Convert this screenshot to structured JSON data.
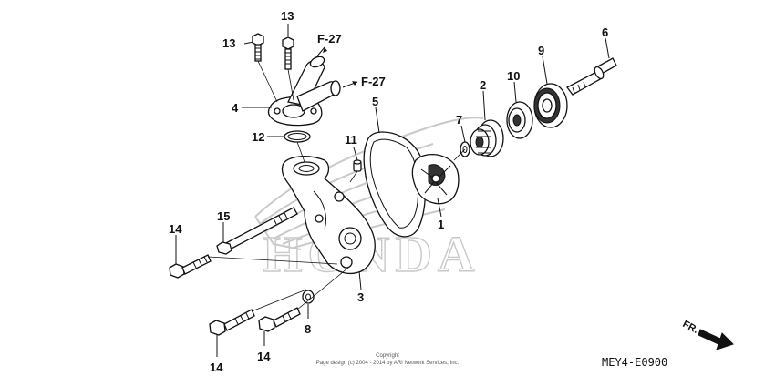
{
  "watermark": {
    "text": "HONDA"
  },
  "callouts": {
    "c13a": "13",
    "c13b": "13",
    "c4": "4",
    "c12": "12",
    "c11": "11",
    "c5": "5",
    "c7": "7",
    "c2": "2",
    "c10": "10",
    "c9": "9",
    "c6": "6",
    "c1": "1",
    "c14a": "14",
    "c15": "15",
    "c3": "3",
    "c8": "8",
    "c14b": "14",
    "c14c": "14"
  },
  "references": {
    "ref_upper": "F-27",
    "ref_right": "F-27"
  },
  "direction": {
    "label": "FR."
  },
  "copyright": {
    "line1": "Copyright",
    "line2": "Page design (c) 2004 - 2014 by ARI Network Services, Inc."
  },
  "diagram_code": "MEY4-E0900",
  "colors": {
    "ink": "#111111",
    "watermark": "#c9c9c9",
    "background": "#ffffff"
  }
}
